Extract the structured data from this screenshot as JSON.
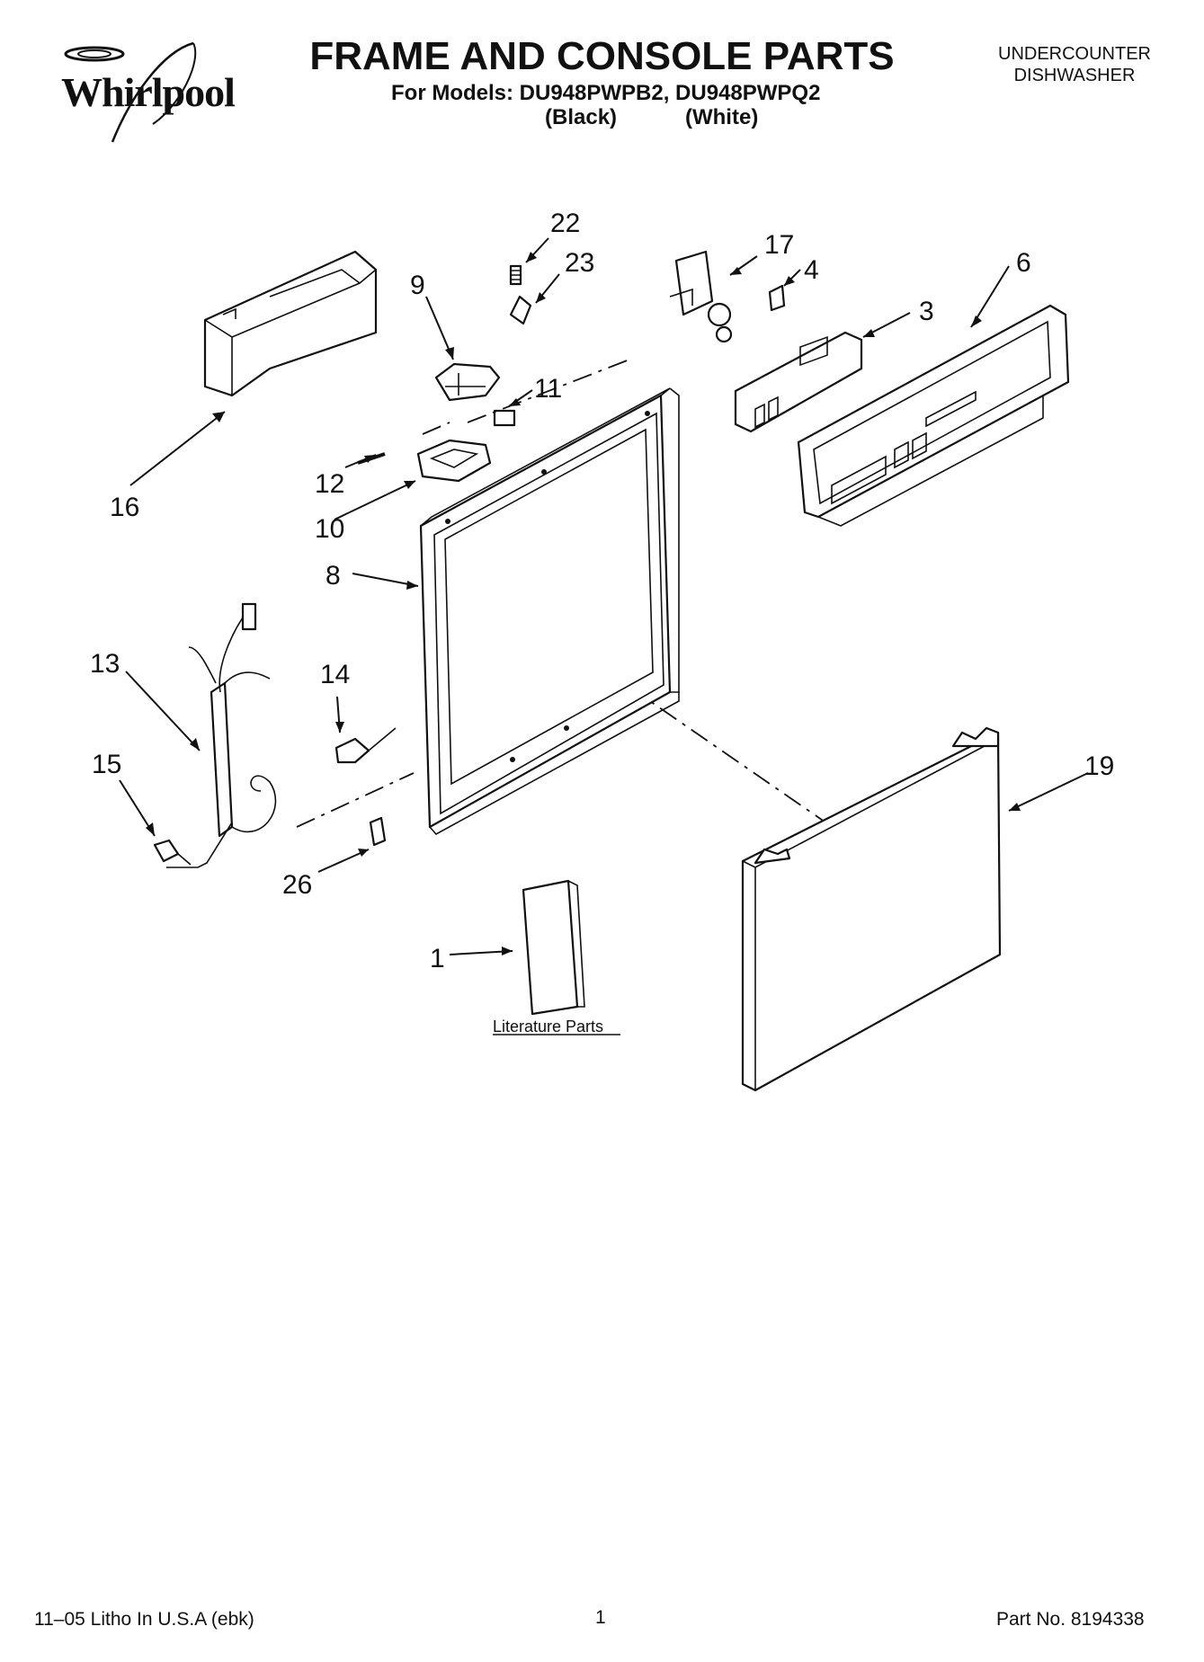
{
  "brand": {
    "name": "Whirlpool"
  },
  "header": {
    "title": "FRAME AND CONSOLE PARTS",
    "subtitle": "For Models: DU948PWPB2, DU948PWPQ2",
    "variant_black": "(Black)",
    "variant_white": "(White)",
    "category_line1": "UNDERCOUNTER",
    "category_line2": "DISHWASHER"
  },
  "callouts": {
    "p1": "1",
    "p3": "3",
    "p4": "4",
    "p6": "6",
    "p8": "8",
    "p9": "9",
    "p10": "10",
    "p11": "11",
    "p12": "12",
    "p13": "13",
    "p14": "14",
    "p15": "15",
    "p16": "16",
    "p17": "17",
    "p19": "19",
    "p22": "22",
    "p23": "23",
    "p26": "26"
  },
  "literature_label": "Literature Parts",
  "footer": {
    "left": "11–05 Litho In U.S.A (ebk)",
    "center": "1",
    "right": "Part No. 8194338"
  }
}
